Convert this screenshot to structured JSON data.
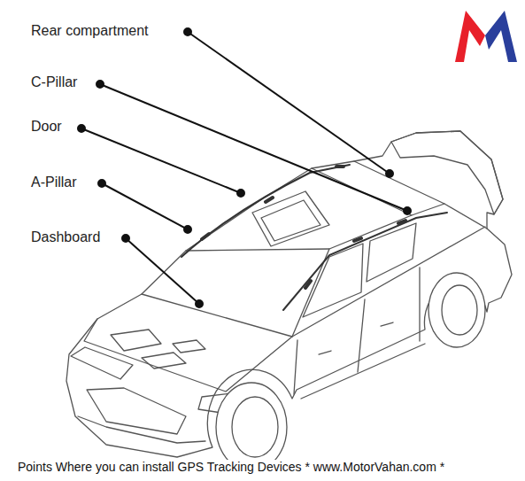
{
  "diagram": {
    "caption": "Points Where you can install GPS Tracking Devices * www.MotorVahan.com *",
    "labels": [
      "Rear compartment",
      "C-Pillar",
      "Door",
      "A-Pillar",
      "Dashboard"
    ]
  }
}
